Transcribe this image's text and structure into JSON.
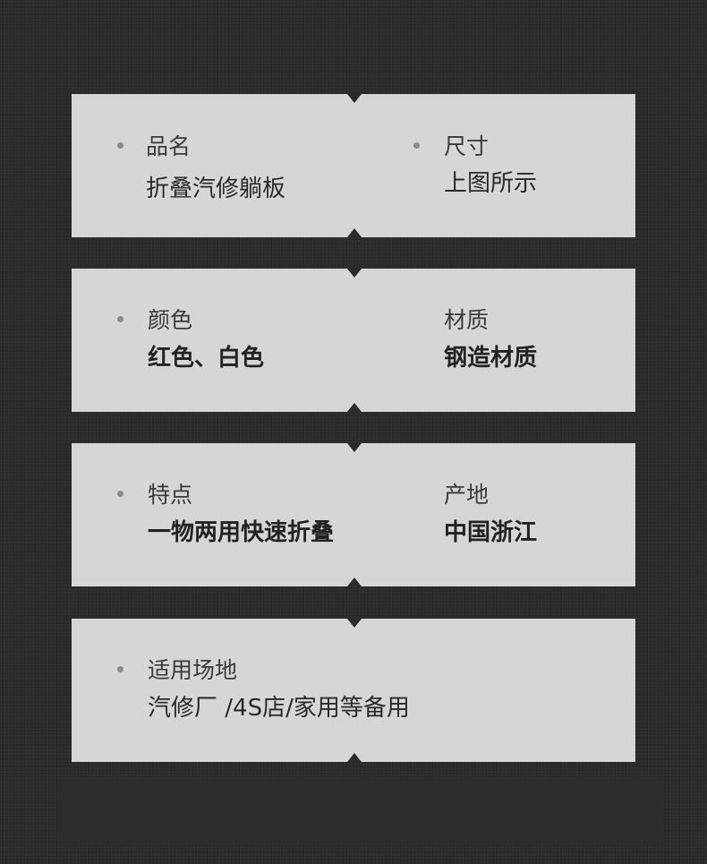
{
  "cards": [
    {
      "left": {
        "label": "品名",
        "value": "折叠汽修躺板"
      },
      "right": {
        "label": "尺寸",
        "value": "上图所示"
      }
    },
    {
      "left": {
        "label": "颜色",
        "value": "红色、白色"
      },
      "right": {
        "label": "材质",
        "value": "钢造材质"
      }
    },
    {
      "left": {
        "label": "特点",
        "value": "一物两用快速折叠"
      },
      "right": {
        "label": "产地",
        "value": "中国浙江"
      }
    },
    {
      "left": {
        "label": "适用场地",
        "value": "汽修厂 /4S店/家用等备用"
      }
    }
  ],
  "colors": {
    "background": "#2b2b2b",
    "card": "#d6d6d6",
    "bullet": "#8a8a8a",
    "label": "#3a3a3a",
    "value": "#222222"
  }
}
